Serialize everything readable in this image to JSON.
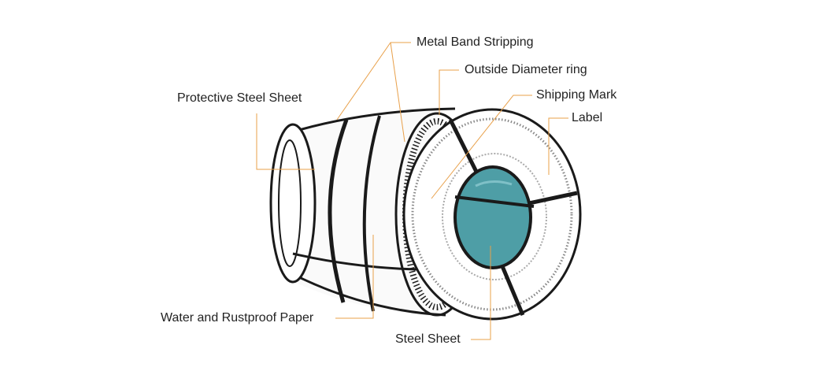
{
  "diagram": {
    "labels": {
      "metal_band_stripping": "Metal Band Stripping",
      "outside_diameter_ring": "Outside Diameter ring",
      "shipping_mark": "Shipping Mark",
      "label": "Label",
      "protective_steel_sheet": "Protective Steel Sheet",
      "water_rustproof_paper": "Water and Rustproof Paper",
      "steel_sheet": "Steel Sheet"
    },
    "colors": {
      "leader_line": "#e8a04a",
      "outline": "#1a1a1a",
      "core_fill": "#4e9ea6",
      "text": "#222222"
    }
  }
}
